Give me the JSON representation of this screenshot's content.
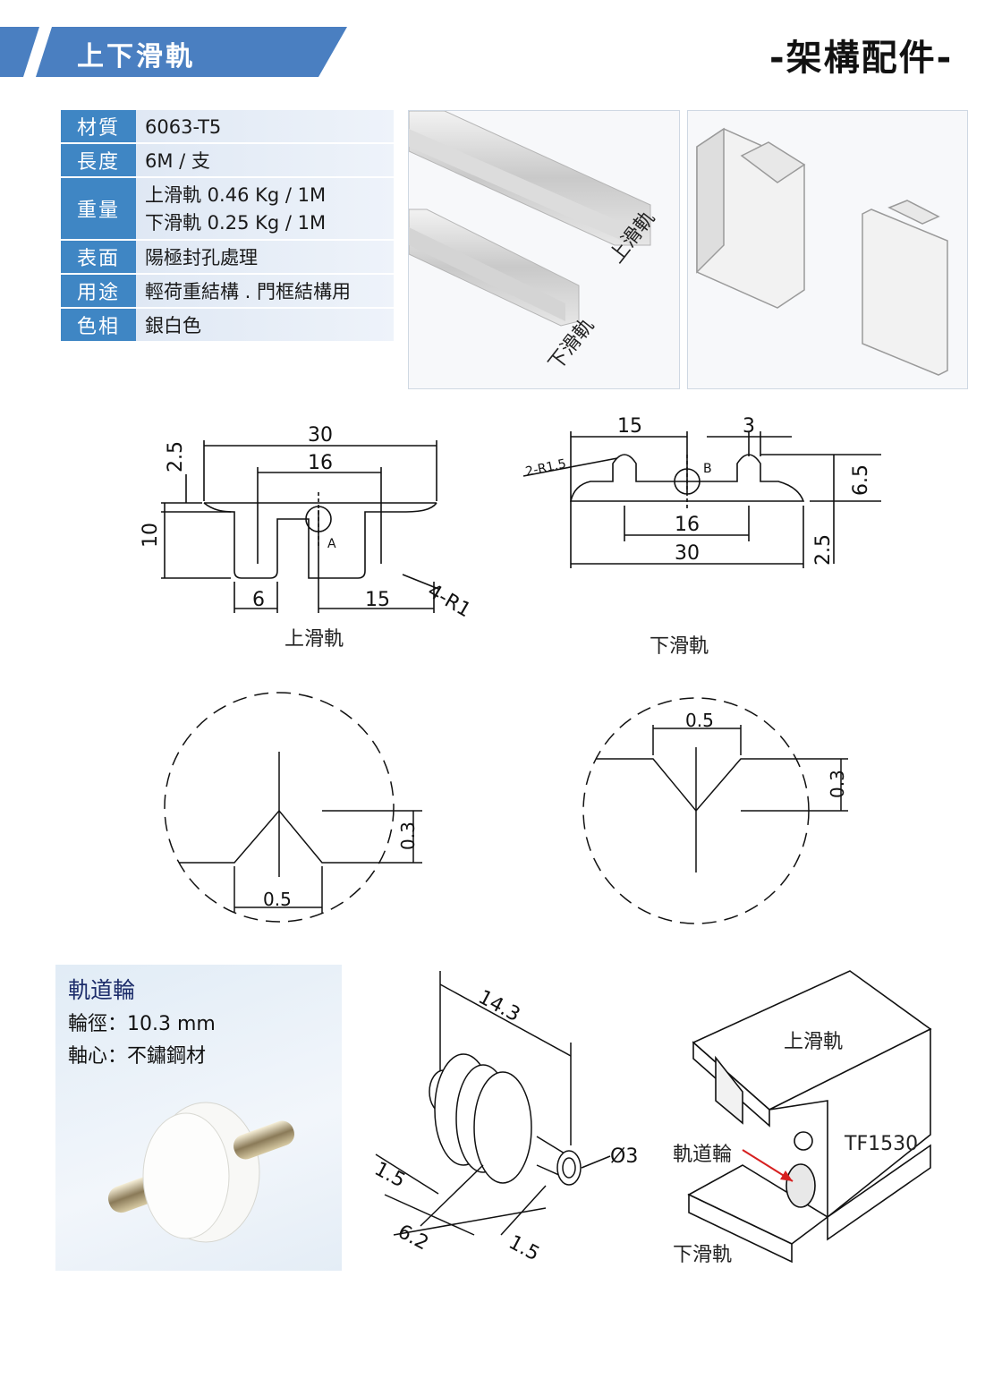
{
  "header": {
    "title": "上下滑軌",
    "category": "-架構配件-"
  },
  "colors": {
    "accent": "#4a7fc1",
    "label_bg": "#3f86c4",
    "value_bg": "#e4ecf6"
  },
  "spec": {
    "rows": [
      {
        "label": "材質",
        "values": [
          "6063-T5"
        ]
      },
      {
        "label": "長度",
        "values": [
          "6M / 支"
        ]
      },
      {
        "label": "重量",
        "values": [
          "上滑軌 0.46 Kg / 1M",
          "下滑軌 0.25 Kg / 1M"
        ]
      },
      {
        "label": "表面",
        "values": [
          "陽極封孔處理"
        ]
      },
      {
        "label": "用途",
        "values": [
          "輕荷重結構 . 門框結構用"
        ]
      },
      {
        "label": "色相",
        "values": [
          "銀白色"
        ]
      }
    ]
  },
  "photo": {
    "upper_label": "上滑軌",
    "lower_label": "下滑軌"
  },
  "upper_drawing": {
    "caption": "上滑軌",
    "dims": {
      "width": "30",
      "inner": "16",
      "top": "2.5",
      "height": "10",
      "left_slot": "6",
      "right_part": "15",
      "radius": "4-R1",
      "point": "A"
    }
  },
  "lower_drawing": {
    "caption": "下滑軌",
    "dims": {
      "half": "15",
      "slot": "3",
      "radius": "2-R1.5",
      "point": "B",
      "inner": "16",
      "width": "30",
      "height": "6.5",
      "base": "2.5"
    }
  },
  "detail_a": {
    "width": "0.5",
    "depth": "0.3"
  },
  "detail_b": {
    "width": "0.5",
    "depth": "0.3"
  },
  "wheel": {
    "title": "軌道輪",
    "diameter": "輪徑：10.3 mm",
    "axle": "軸心：不鏽鋼材"
  },
  "wheel_drawing": {
    "length": "14.3",
    "shaft": "Ø3",
    "left": "1.5",
    "middle": "6.2",
    "right": "1.5"
  },
  "assembly": {
    "upper": "上滑軌",
    "wheel": "軌道輪",
    "lower": "下滑軌",
    "model": "TF1530"
  }
}
